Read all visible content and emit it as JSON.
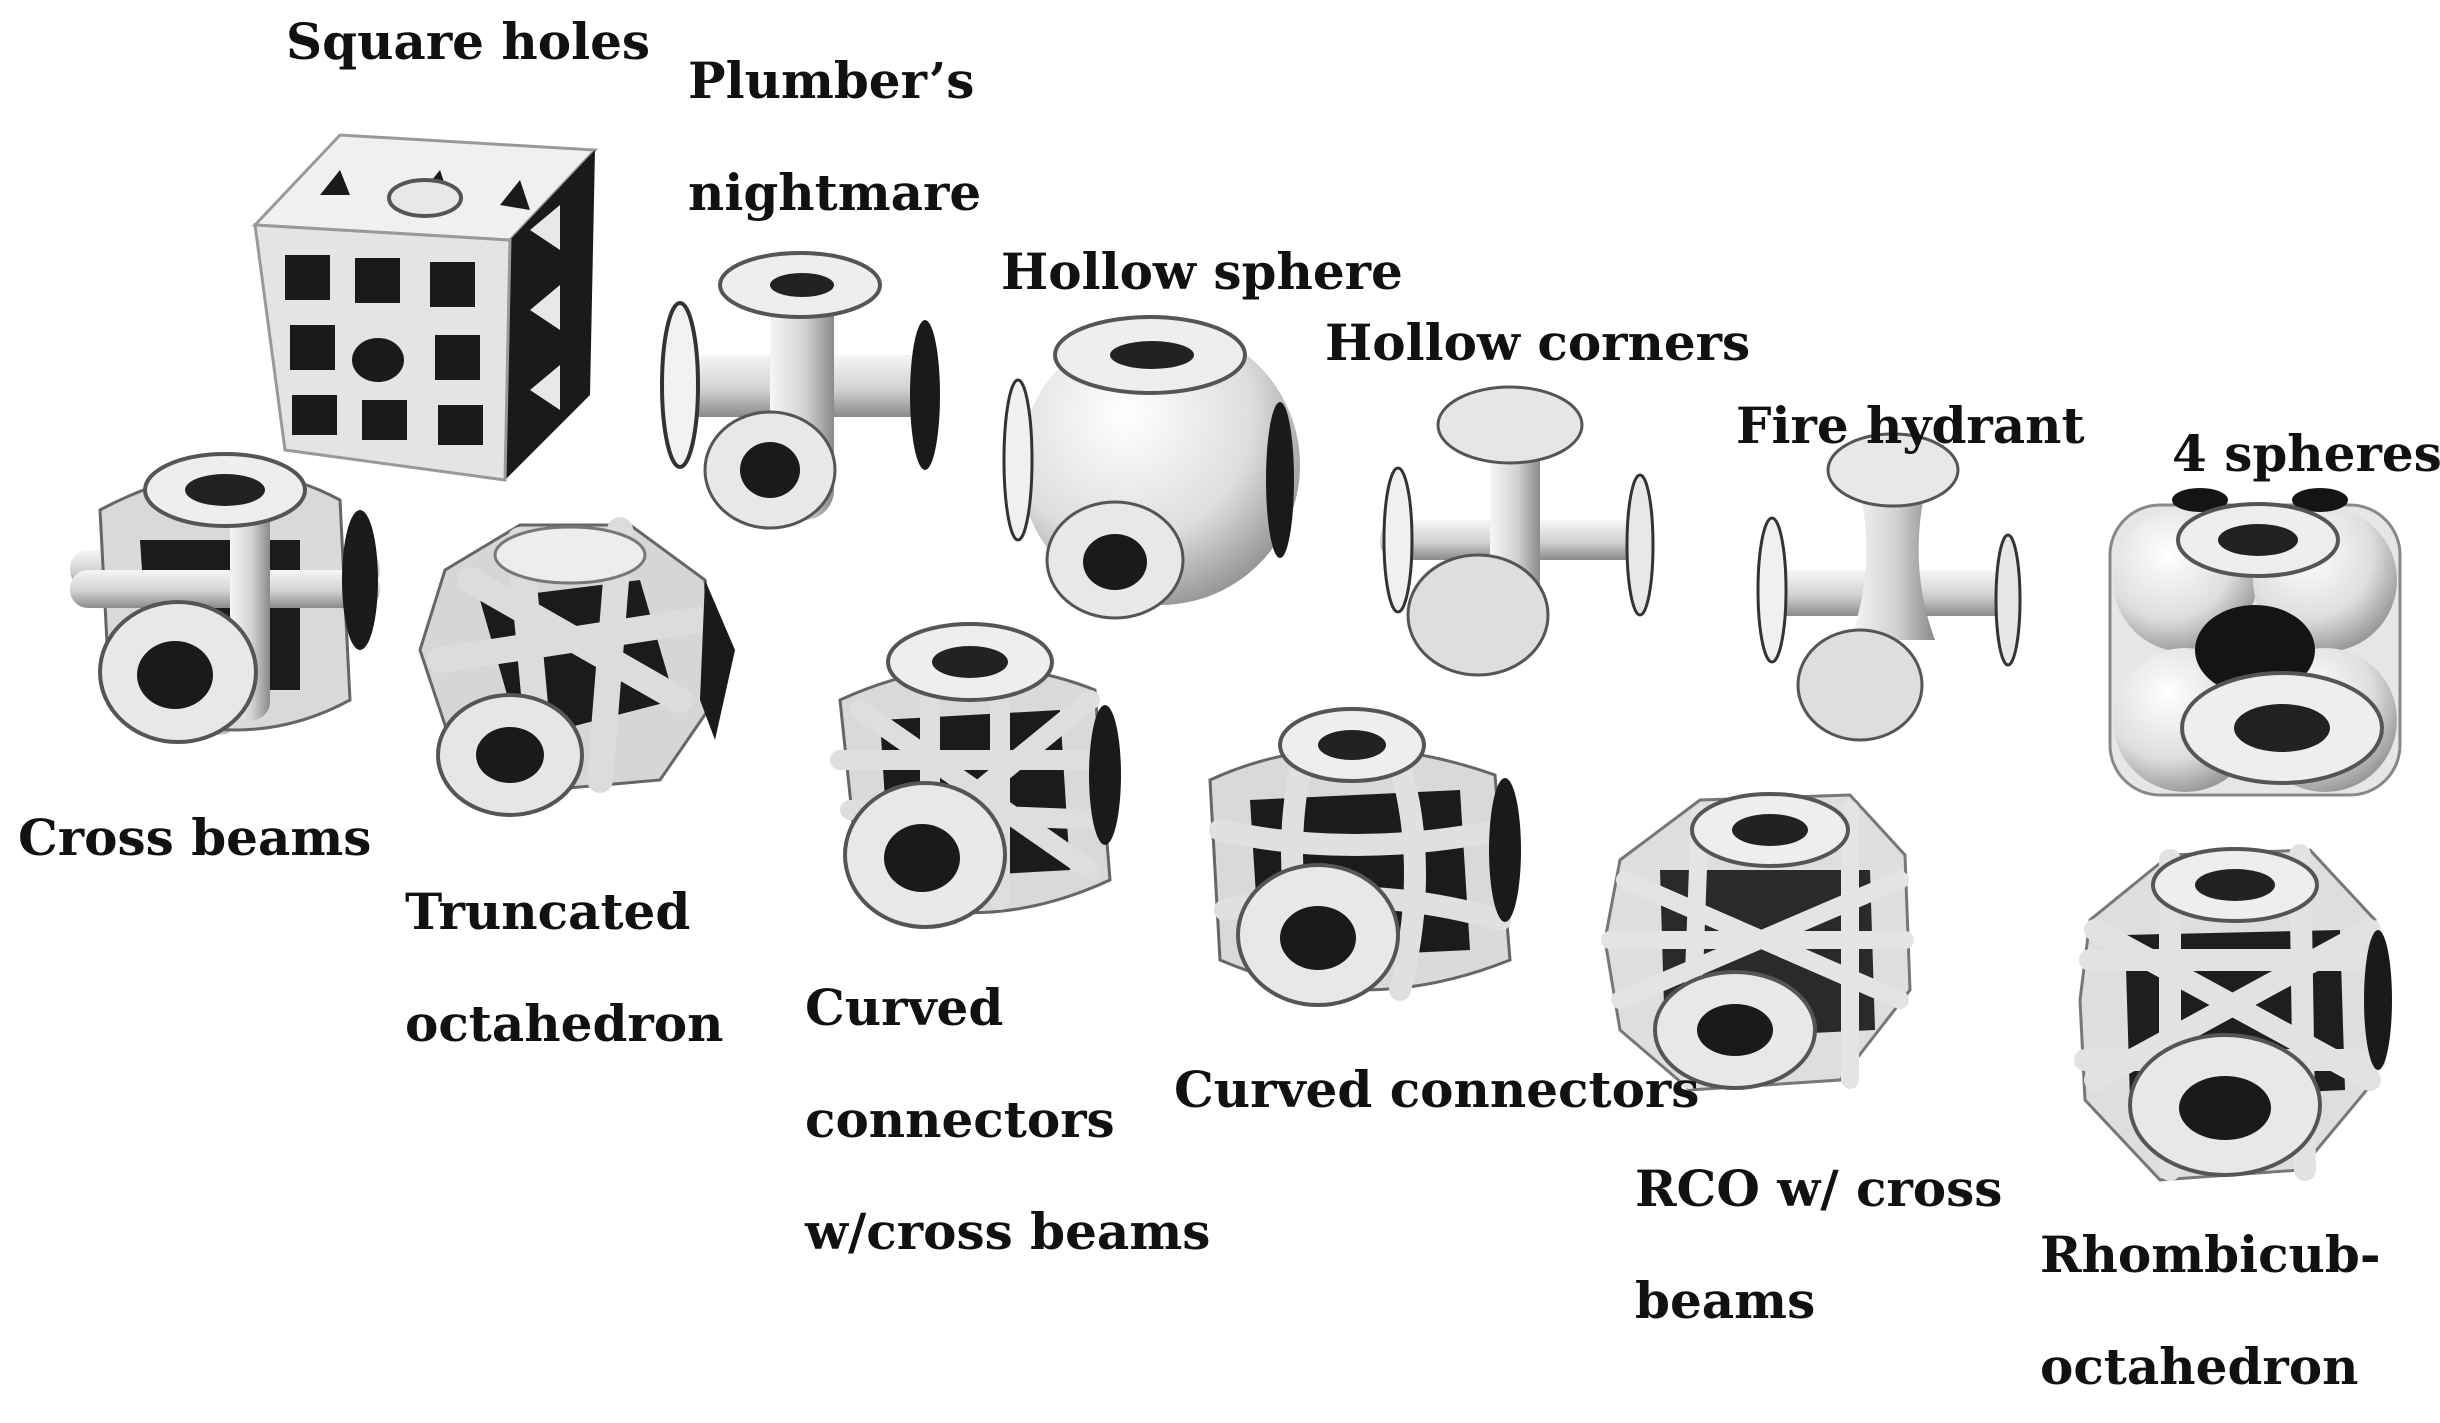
{
  "labels": {
    "square_holes": "Square holes",
    "plumbers_nightmare_1": "Plumber’s",
    "plumbers_nightmare_2": "nightmare",
    "hollow_sphere": "Hollow sphere",
    "hollow_corners": "Hollow corners",
    "fire_hydrant": "Fire hydrant",
    "four_spheres": "4 spheres",
    "cross_beams": "Cross beams",
    "truncated_octahedron_1": "Truncated",
    "truncated_octahedron_2": "octahedron",
    "curved_connectors_cross_1": "Curved",
    "curved_connectors_cross_2": "connectors",
    "curved_connectors_cross_3": "w/cross beams",
    "curved_connectors": "Curved connectors",
    "rco_cross_1": "RCO w/ cross",
    "rco_cross_2": "beams",
    "rhombicub_1": "Rhombicub-",
    "rhombicub_2": "octahedron"
  },
  "colors": {
    "body": "#dcdcdc",
    "light": "#f3f3f3",
    "shade": "#9a9a9a",
    "dark": "#141414",
    "text": "#111111"
  }
}
